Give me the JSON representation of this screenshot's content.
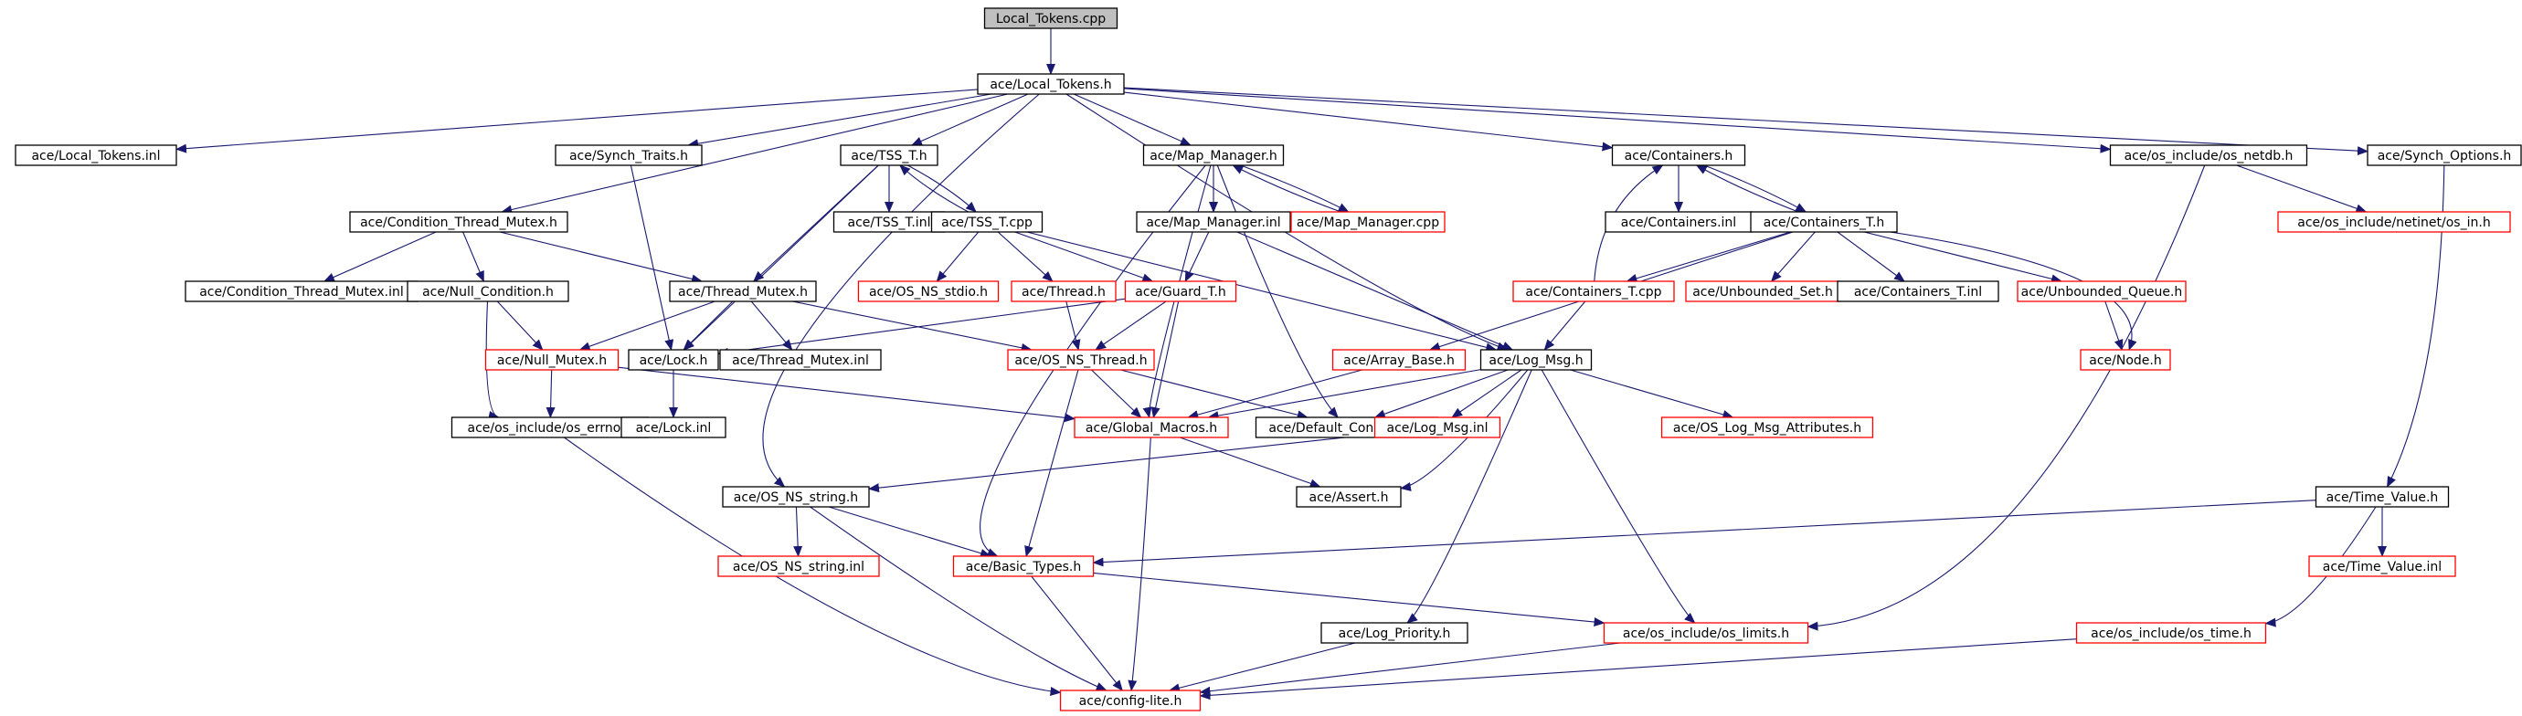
{
  "graph": {
    "colors": {
      "edge": "#191970",
      "border_documented": "#000000",
      "border_undocumented": "#ff0000",
      "root_fill": "#bfbfbf",
      "node_fill": "#ffffff",
      "text": "#000000"
    },
    "nodes": [
      {
        "id": "local_tokens_cpp",
        "label": "Local_Tokens.cpp",
        "kind": "root"
      },
      {
        "id": "local_tokens_h",
        "label": "ace/Local_Tokens.h",
        "kind": "doc"
      },
      {
        "id": "local_tokens_inl",
        "label": "ace/Local_Tokens.inl",
        "kind": "doc"
      },
      {
        "id": "synch_traits_h",
        "label": "ace/Synch_Traits.h",
        "kind": "doc"
      },
      {
        "id": "tss_t_h",
        "label": "ace/TSS_T.h",
        "kind": "doc"
      },
      {
        "id": "map_manager_h",
        "label": "ace/Map_Manager.h",
        "kind": "doc"
      },
      {
        "id": "containers_h",
        "label": "ace/Containers.h",
        "kind": "doc"
      },
      {
        "id": "os_netdb_h",
        "label": "ace/os_include/os_netdb.h",
        "kind": "doc"
      },
      {
        "id": "synch_options_h",
        "label": "ace/Synch_Options.h",
        "kind": "doc"
      },
      {
        "id": "condition_thread_mutex_h",
        "label": "ace/Condition_Thread_Mutex.h",
        "kind": "doc"
      },
      {
        "id": "tss_t_inl",
        "label": "ace/TSS_T.inl",
        "kind": "doc"
      },
      {
        "id": "tss_t_cpp",
        "label": "ace/TSS_T.cpp",
        "kind": "doc"
      },
      {
        "id": "map_manager_inl",
        "label": "ace/Map_Manager.inl",
        "kind": "doc"
      },
      {
        "id": "map_manager_cpp",
        "label": "ace/Map_Manager.cpp",
        "kind": "undoc"
      },
      {
        "id": "containers_inl",
        "label": "ace/Containers.inl",
        "kind": "doc"
      },
      {
        "id": "containers_t_h",
        "label": "ace/Containers_T.h",
        "kind": "doc"
      },
      {
        "id": "netinet_in_h",
        "label": "ace/os_include/netinet/os_in.h",
        "kind": "undoc"
      },
      {
        "id": "condition_thread_mutex_inl",
        "label": "ace/Condition_Thread_Mutex.inl",
        "kind": "doc"
      },
      {
        "id": "null_condition_h",
        "label": "ace/Null_Condition.h",
        "kind": "doc"
      },
      {
        "id": "thread_mutex_h",
        "label": "ace/Thread_Mutex.h",
        "kind": "doc"
      },
      {
        "id": "os_ns_stdio_h",
        "label": "ace/OS_NS_stdio.h",
        "kind": "undoc"
      },
      {
        "id": "thread_h",
        "label": "ace/Thread.h",
        "kind": "undoc"
      },
      {
        "id": "guard_t_h",
        "label": "ace/Guard_T.h",
        "kind": "undoc"
      },
      {
        "id": "containers_t_cpp",
        "label": "ace/Containers_T.cpp",
        "kind": "undoc"
      },
      {
        "id": "unbounded_set_h",
        "label": "ace/Unbounded_Set.h",
        "kind": "undoc"
      },
      {
        "id": "containers_t_inl",
        "label": "ace/Containers_T.inl",
        "kind": "doc"
      },
      {
        "id": "unbounded_queue_h",
        "label": "ace/Unbounded_Queue.h",
        "kind": "undoc"
      },
      {
        "id": "null_mutex_h",
        "label": "ace/Null_Mutex.h",
        "kind": "undoc"
      },
      {
        "id": "lock_h",
        "label": "ace/Lock.h",
        "kind": "doc"
      },
      {
        "id": "thread_mutex_inl",
        "label": "ace/Thread_Mutex.inl",
        "kind": "doc"
      },
      {
        "id": "os_ns_thread_h",
        "label": "ace/OS_NS_Thread.h",
        "kind": "undoc"
      },
      {
        "id": "array_base_h",
        "label": "ace/Array_Base.h",
        "kind": "undoc"
      },
      {
        "id": "log_msg_h",
        "label": "ace/Log_Msg.h",
        "kind": "doc"
      },
      {
        "id": "node_h",
        "label": "ace/Node.h",
        "kind": "undoc"
      },
      {
        "id": "os_errno_h",
        "label": "ace/os_include/os_errno.h",
        "kind": "doc"
      },
      {
        "id": "lock_inl",
        "label": "ace/Lock.inl",
        "kind": "doc"
      },
      {
        "id": "global_macros_h",
        "label": "ace/Global_Macros.h",
        "kind": "undoc"
      },
      {
        "id": "default_constants_h",
        "label": "ace/Default_Constants.h",
        "kind": "doc"
      },
      {
        "id": "log_msg_inl",
        "label": "ace/Log_Msg.inl",
        "kind": "undoc"
      },
      {
        "id": "os_log_msg_attributes_h",
        "label": "ace/OS_Log_Msg_Attributes.h",
        "kind": "undoc"
      },
      {
        "id": "os_ns_string_h",
        "label": "ace/OS_NS_string.h",
        "kind": "doc"
      },
      {
        "id": "assert_h",
        "label": "ace/Assert.h",
        "kind": "doc"
      },
      {
        "id": "time_value_h",
        "label": "ace/Time_Value.h",
        "kind": "doc"
      },
      {
        "id": "os_ns_string_inl",
        "label": "ace/OS_NS_string.inl",
        "kind": "undoc"
      },
      {
        "id": "basic_types_h",
        "label": "ace/Basic_Types.h",
        "kind": "undoc"
      },
      {
        "id": "time_value_inl",
        "label": "ace/Time_Value.inl",
        "kind": "undoc"
      },
      {
        "id": "log_priority_h",
        "label": "ace/Log_Priority.h",
        "kind": "doc"
      },
      {
        "id": "os_limits_h",
        "label": "ace/os_include/os_limits.h",
        "kind": "undoc"
      },
      {
        "id": "os_time_h",
        "label": "ace/os_include/os_time.h",
        "kind": "undoc"
      },
      {
        "id": "config_lite_h",
        "label": "ace/config-lite.h",
        "kind": "undoc"
      }
    ],
    "edges": [
      [
        "local_tokens_cpp",
        "local_tokens_h"
      ],
      [
        "local_tokens_h",
        "local_tokens_inl"
      ],
      [
        "local_tokens_h",
        "synch_traits_h"
      ],
      [
        "local_tokens_h",
        "tss_t_h"
      ],
      [
        "local_tokens_h",
        "map_manager_h"
      ],
      [
        "local_tokens_h",
        "containers_h"
      ],
      [
        "local_tokens_h",
        "os_netdb_h"
      ],
      [
        "local_tokens_h",
        "synch_options_h"
      ],
      [
        "local_tokens_h",
        "condition_thread_mutex_h"
      ],
      [
        "local_tokens_h",
        "os_ns_string_h"
      ],
      [
        "local_tokens_h",
        "log_msg_h"
      ],
      [
        "synch_traits_h",
        "lock_h"
      ],
      [
        "tss_t_h",
        "tss_t_inl"
      ],
      [
        "tss_t_h",
        "tss_t_cpp"
      ],
      [
        "tss_t_cpp",
        "tss_t_h"
      ],
      [
        "tss_t_h",
        "thread_mutex_h"
      ],
      [
        "tss_t_h",
        "lock_h"
      ],
      [
        "map_manager_h",
        "map_manager_inl"
      ],
      [
        "map_manager_h",
        "map_manager_cpp"
      ],
      [
        "map_manager_cpp",
        "map_manager_h"
      ],
      [
        "map_manager_h",
        "basic_types_h"
      ],
      [
        "map_manager_h",
        "global_macros_h"
      ],
      [
        "map_manager_h",
        "default_constants_h"
      ],
      [
        "containers_h",
        "containers_inl"
      ],
      [
        "containers_h",
        "containers_t_h"
      ],
      [
        "containers_t_h",
        "containers_h"
      ],
      [
        "os_netdb_h",
        "netinet_in_h"
      ],
      [
        "os_netdb_h",
        "os_limits_h"
      ],
      [
        "synch_options_h",
        "time_value_h"
      ],
      [
        "condition_thread_mutex_h",
        "condition_thread_mutex_inl"
      ],
      [
        "condition_thread_mutex_h",
        "null_condition_h"
      ],
      [
        "condition_thread_mutex_h",
        "thread_mutex_h"
      ],
      [
        "tss_t_cpp",
        "os_ns_stdio_h"
      ],
      [
        "tss_t_cpp",
        "thread_h"
      ],
      [
        "tss_t_cpp",
        "guard_t_h"
      ],
      [
        "tss_t_cpp",
        "log_msg_h"
      ],
      [
        "map_manager_inl",
        "guard_t_h"
      ],
      [
        "map_manager_inl",
        "log_msg_h"
      ],
      [
        "containers_t_h",
        "containers_t_cpp"
      ],
      [
        "containers_t_h",
        "unbounded_set_h"
      ],
      [
        "containers_t_h",
        "containers_t_inl"
      ],
      [
        "containers_t_h",
        "unbounded_queue_h"
      ],
      [
        "containers_t_h",
        "array_base_h"
      ],
      [
        "containers_t_h",
        "node_h"
      ],
      [
        "containers_t_cpp",
        "containers_h"
      ],
      [
        "containers_t_cpp",
        "log_msg_h"
      ],
      [
        "unbounded_queue_h",
        "node_h"
      ],
      [
        "null_condition_h",
        "null_mutex_h"
      ],
      [
        "null_condition_h",
        "os_errno_h"
      ],
      [
        "thread_mutex_h",
        "null_mutex_h"
      ],
      [
        "thread_mutex_h",
        "lock_h"
      ],
      [
        "thread_mutex_h",
        "thread_mutex_inl"
      ],
      [
        "thread_mutex_h",
        "os_ns_thread_h"
      ],
      [
        "thread_h",
        "os_ns_thread_h"
      ],
      [
        "guard_t_h",
        "lock_h"
      ],
      [
        "guard_t_h",
        "os_ns_thread_h"
      ],
      [
        "guard_t_h",
        "global_macros_h"
      ],
      [
        "null_mutex_h",
        "os_errno_h"
      ],
      [
        "null_mutex_h",
        "global_macros_h"
      ],
      [
        "lock_h",
        "lock_inl"
      ],
      [
        "os_ns_thread_h",
        "global_macros_h"
      ],
      [
        "os_ns_thread_h",
        "default_constants_h"
      ],
      [
        "os_ns_thread_h",
        "basic_types_h"
      ],
      [
        "array_base_h",
        "global_macros_h"
      ],
      [
        "log_msg_h",
        "global_macros_h"
      ],
      [
        "log_msg_h",
        "default_constants_h"
      ],
      [
        "log_msg_h",
        "log_msg_inl"
      ],
      [
        "log_msg_h",
        "os_log_msg_attributes_h"
      ],
      [
        "log_msg_h",
        "assert_h"
      ],
      [
        "log_msg_h",
        "log_priority_h"
      ],
      [
        "log_msg_h",
        "os_limits_h"
      ],
      [
        "global_macros_h",
        "assert_h"
      ],
      [
        "global_macros_h",
        "config_lite_h"
      ],
      [
        "log_msg_inl",
        "os_ns_string_h"
      ],
      [
        "os_errno_h",
        "config_lite_h"
      ],
      [
        "os_ns_string_h",
        "os_ns_string_inl"
      ],
      [
        "os_ns_string_h",
        "basic_types_h"
      ],
      [
        "os_ns_string_h",
        "config_lite_h"
      ],
      [
        "time_value_h",
        "basic_types_h"
      ],
      [
        "time_value_h",
        "time_value_inl"
      ],
      [
        "time_value_h",
        "os_time_h"
      ],
      [
        "basic_types_h",
        "os_limits_h"
      ],
      [
        "basic_types_h",
        "config_lite_h"
      ],
      [
        "log_priority_h",
        "config_lite_h"
      ],
      [
        "os_limits_h",
        "config_lite_h"
      ],
      [
        "os_time_h",
        "config_lite_h"
      ]
    ]
  }
}
